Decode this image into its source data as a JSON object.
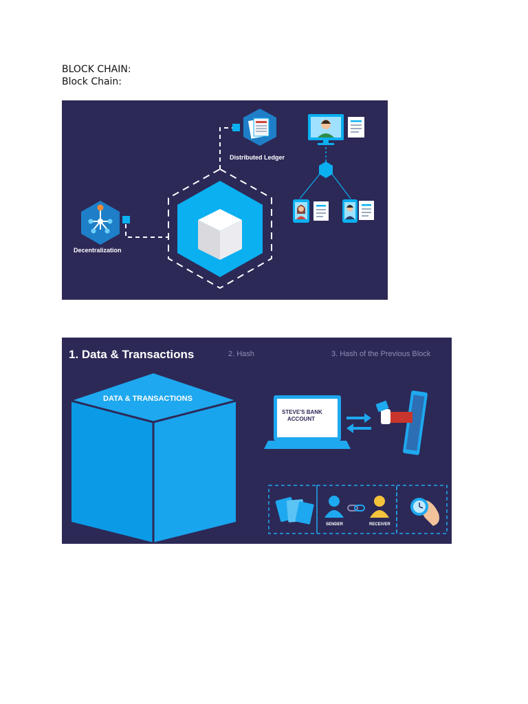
{
  "document": {
    "heading_upper": "BLOCK CHAIN:",
    "heading_title": "Block Chain:"
  },
  "figure1": {
    "label_ledger": "Distributed Ledger",
    "label_decentralization": "Decentralization",
    "colors": {
      "background": "#2c2957",
      "accent": "#0ab0f0",
      "cube": "#e8e8ec",
      "node": "#1e7fc8"
    }
  },
  "figure2": {
    "step1": "1. Data & Transactions",
    "step2": "2. Hash",
    "step3": "3. Hash of the Previous Block",
    "cube_label": "DATA & TRANSACTIONS",
    "laptop_label_line1": "STEVE'S BANK",
    "laptop_label_line2": "ACCOUNT",
    "sender_label": "SENDER",
    "receiver_label": "RECEIVER",
    "colors": {
      "background": "#2c2957",
      "cube": "#1ea8ef",
      "receiver": "#f5c33b",
      "card": "#c8352c"
    }
  }
}
